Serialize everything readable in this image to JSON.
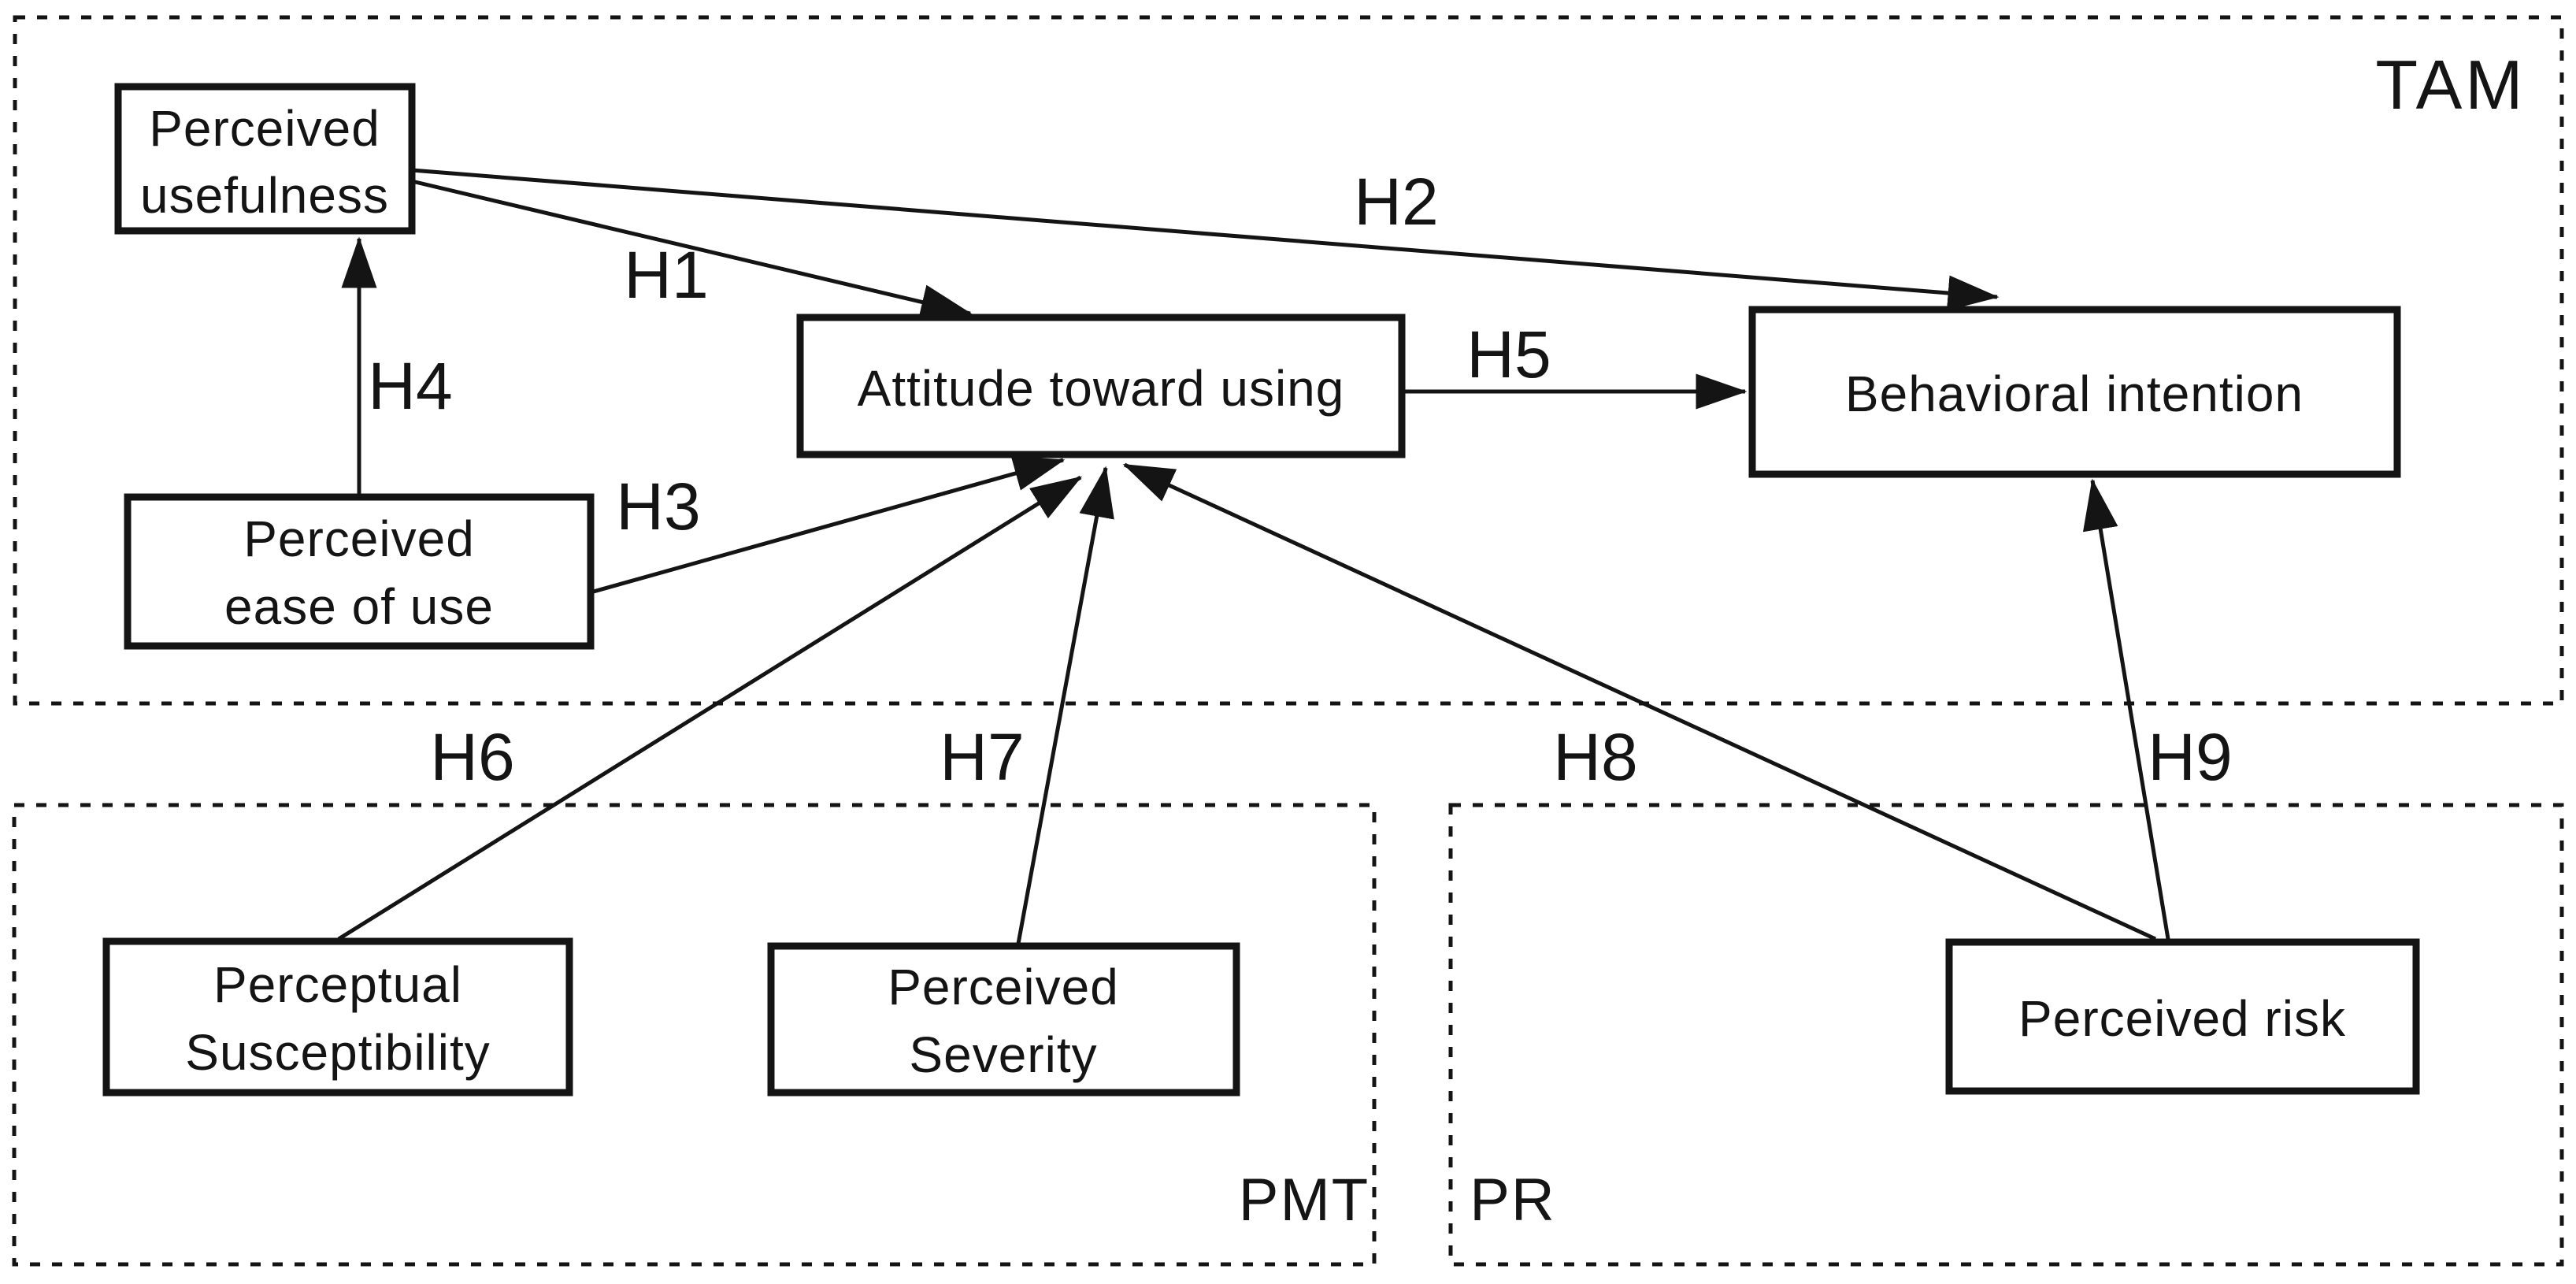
{
  "diagram": {
    "colors": {
      "background": "#ffffff",
      "line": "#141414"
    },
    "groups": [
      {
        "id": "tam",
        "label": "TAM"
      },
      {
        "id": "pmt",
        "label": "PMT"
      },
      {
        "id": "pr",
        "label": "PR"
      }
    ],
    "nodes": [
      {
        "id": "perceived-usefulness",
        "group": "tam",
        "lines": [
          "Perceived",
          "usefulness"
        ]
      },
      {
        "id": "perceived-ease-of-use",
        "group": "tam",
        "lines": [
          "Perceived",
          "ease of use"
        ]
      },
      {
        "id": "attitude-toward-using",
        "group": "tam",
        "lines": [
          "Attitude toward using"
        ]
      },
      {
        "id": "behavioral-intention",
        "group": "tam",
        "lines": [
          "Behavioral intention"
        ]
      },
      {
        "id": "perceptual-susceptibility",
        "group": "pmt",
        "lines": [
          "Perceptual",
          "Susceptibility"
        ]
      },
      {
        "id": "perceived-severity",
        "group": "pmt",
        "lines": [
          "Perceived",
          "Severity"
        ]
      },
      {
        "id": "perceived-risk",
        "group": "pr",
        "lines": [
          "Perceived risk"
        ]
      }
    ],
    "arrows": [
      {
        "label": "H1",
        "from": "perceived-usefulness",
        "to": "attitude-toward-using"
      },
      {
        "label": "H2",
        "from": "perceived-usefulness",
        "to": "behavioral-intention"
      },
      {
        "label": "H3",
        "from": "perceived-ease-of-use",
        "to": "attitude-toward-using"
      },
      {
        "label": "H4",
        "from": "perceived-ease-of-use",
        "to": "perceived-usefulness"
      },
      {
        "label": "H5",
        "from": "attitude-toward-using",
        "to": "behavioral-intention"
      },
      {
        "label": "H6",
        "from": "perceptual-susceptibility",
        "to": "attitude-toward-using"
      },
      {
        "label": "H7",
        "from": "perceived-severity",
        "to": "attitude-toward-using"
      },
      {
        "label": "H8",
        "from": "perceived-risk",
        "to": "attitude-toward-using"
      },
      {
        "label": "H9",
        "from": "perceived-risk",
        "to": "behavioral-intention"
      }
    ]
  }
}
